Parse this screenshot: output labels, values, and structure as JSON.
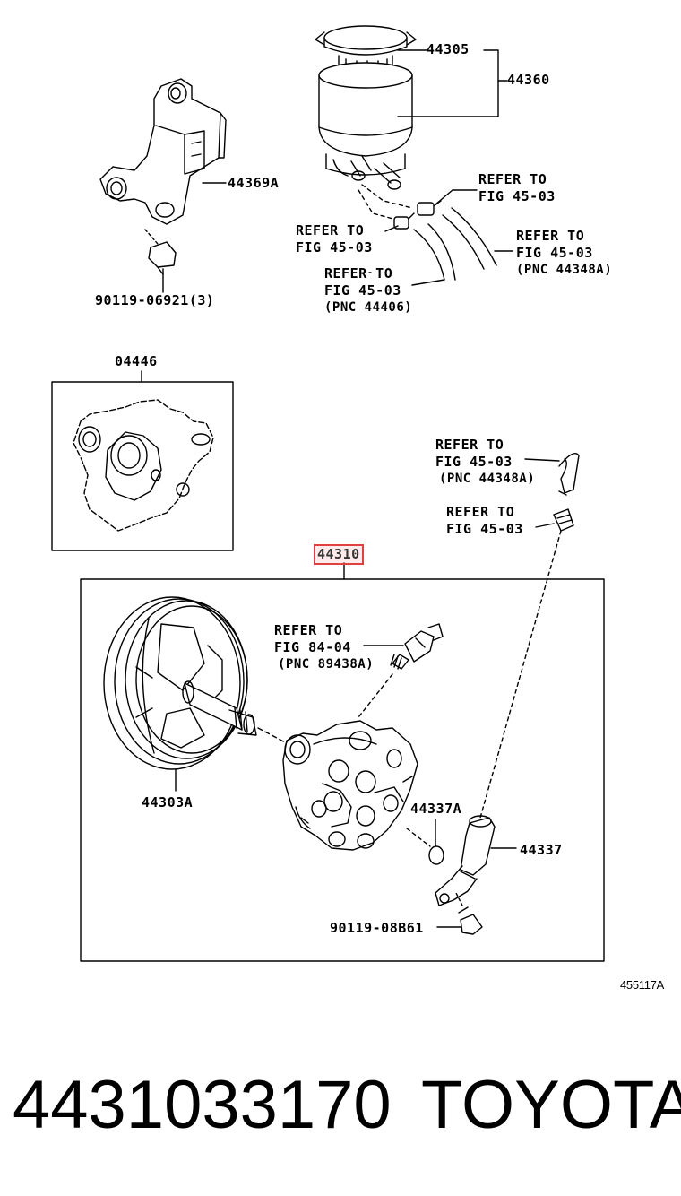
{
  "parts": {
    "cap": "44305",
    "reservoir": "44360",
    "bracket": "44369A",
    "bolt_top": "90119-06921(3)",
    "gasket_kit": "04446",
    "pump_assy": "44310",
    "pulley": "44303A",
    "oring": "44337A",
    "union": "44337",
    "bolt_bottom": "90119-08B61"
  },
  "refs": {
    "r1": [
      "REFER TO",
      "FIG 45-03"
    ],
    "r2": [
      "REFER TO",
      "FIG 45-03"
    ],
    "r3": [
      "REFER TO",
      "FIG 45-03",
      "(PNC 44348A)"
    ],
    "r4": [
      "REFER TO",
      "FIG 45-03",
      "(PNC 44406)"
    ],
    "r5": [
      "REFER TO",
      "FIG 45-03",
      "(PNC 44348A)"
    ],
    "r6": [
      "REFER TO",
      "FIG 45-03"
    ],
    "r7": [
      "REFER TO",
      "FIG 84-04",
      "(PNC 89438A)"
    ]
  },
  "figure_id": "455117A",
  "caption": {
    "part_number": "4431033170",
    "brand": "TOYOTA"
  }
}
